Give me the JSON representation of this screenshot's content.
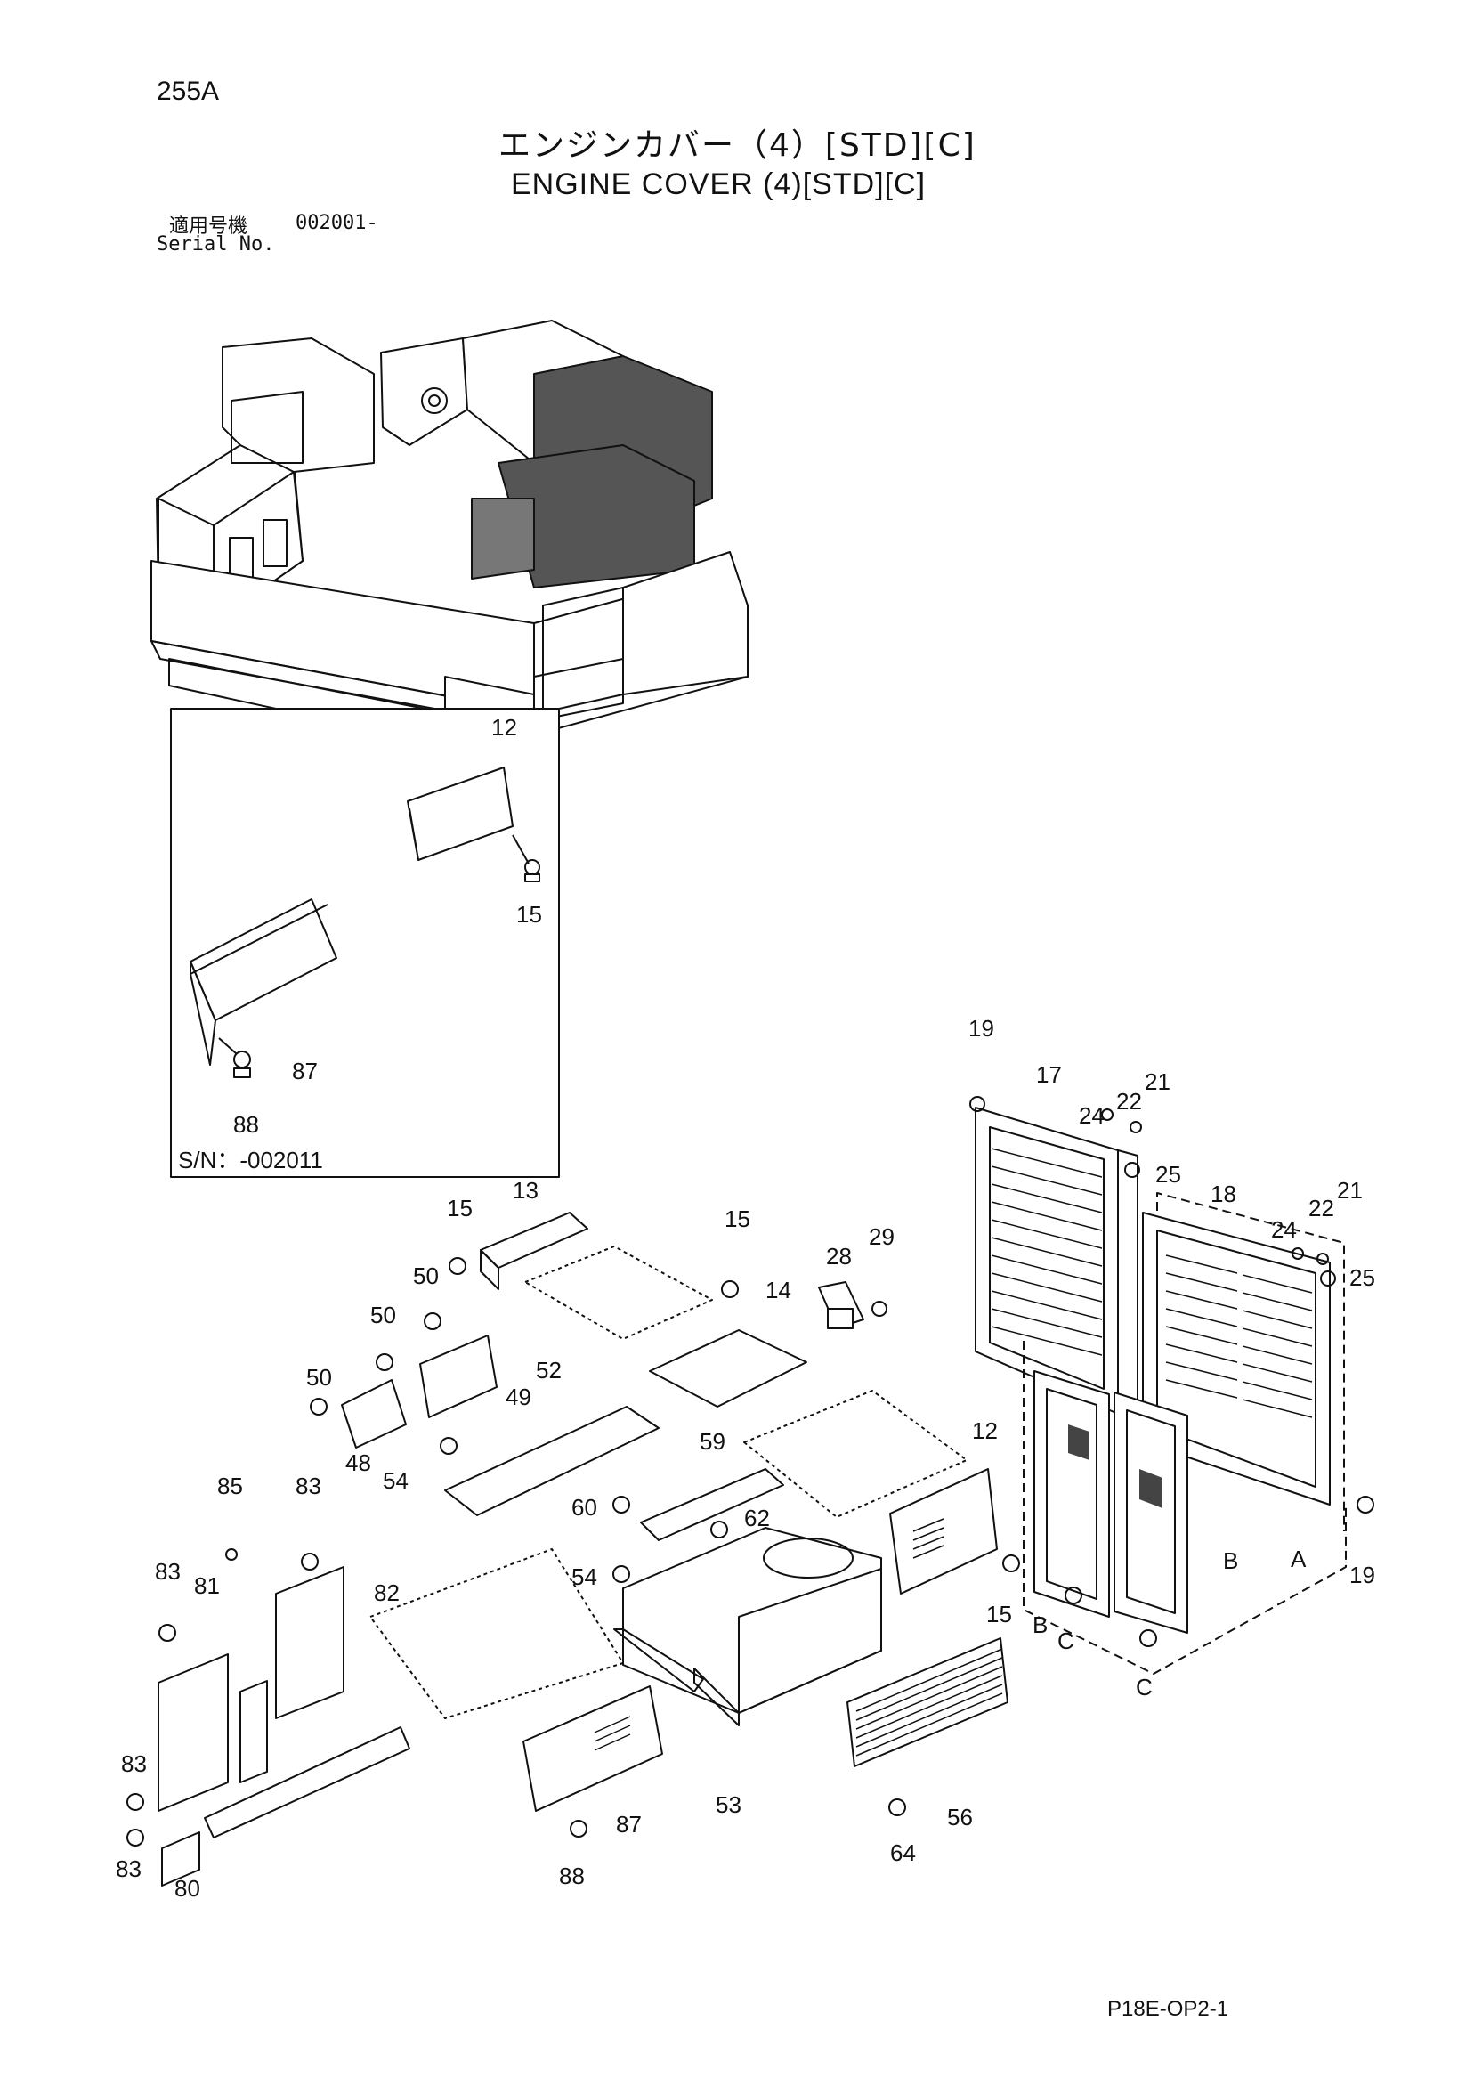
{
  "header": {
    "page_number": "255A",
    "title_jp": "エンジンカバー（4）[STD][C]",
    "title_en": "ENGINE COVER (4)[STD][C]",
    "serial_label_jp": "適用号機",
    "serial_label_en": "Serial No.",
    "serial_value": "002001-"
  },
  "inset": {
    "sn_label": "S/N：-002011",
    "callouts": [
      "12",
      "15",
      "87",
      "88"
    ]
  },
  "callouts": {
    "c19a": "19",
    "c17": "17",
    "c24a": "24",
    "c22a": "22",
    "c21a": "21",
    "c25a": "25",
    "c18": "18",
    "c24b": "24",
    "c22b": "22",
    "c21b": "21",
    "c25b": "25",
    "c13": "13",
    "c15a": "15",
    "c15b": "15",
    "c29": "29",
    "c28": "28",
    "c14": "14",
    "c50a": "50",
    "c50b": "50",
    "c50c": "50",
    "c52": "52",
    "c49": "49",
    "c48": "48",
    "c54a": "54",
    "c12": "12",
    "c59": "59",
    "c60": "60",
    "c62": "62",
    "c54b": "54",
    "c15c": "15",
    "c85": "85",
    "c83a": "83",
    "c83b": "83",
    "c81": "81",
    "c82": "82",
    "c83c": "83",
    "c83d": "83",
    "c80": "80",
    "c87": "87",
    "c88": "88",
    "c53": "53",
    "c56": "56",
    "c64": "64",
    "cB1": "B",
    "cB2": "B",
    "cC1": "C",
    "cC2": "C",
    "cA": "A",
    "c19b": "19"
  },
  "footer": {
    "code": "P18E-OP2-1"
  }
}
